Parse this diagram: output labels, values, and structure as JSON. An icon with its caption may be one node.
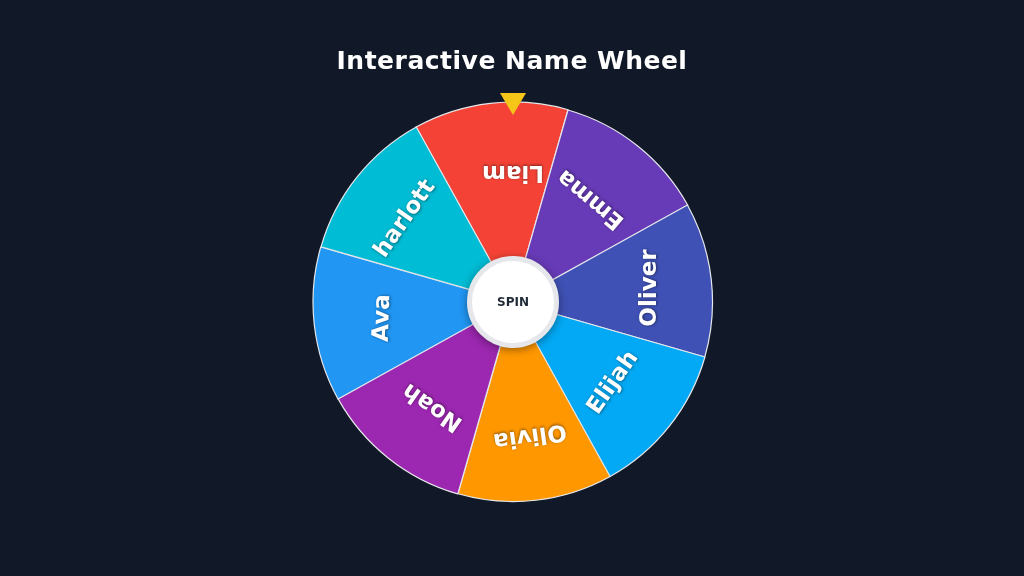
{
  "diagram": {
    "title": "Interactive Name Wheel",
    "nodes": [
      {
        "text": [
          "Liam"
        ]
      },
      {
        "text": [
          "Emma"
        ]
      },
      {
        "text": [
          "Oliver"
        ]
      },
      {
        "text": [
          "Elijah"
        ]
      },
      {
        "text": [
          "Olivia"
        ]
      },
      {
        "text": [
          "Noah"
        ]
      },
      {
        "text": [
          "Ava"
        ]
      },
      {
        "text": [
          "harlott"
        ]
      },
      {
        "text": [
          "SPIN"
        ]
      }
    ],
    "edges": []
  }
}
